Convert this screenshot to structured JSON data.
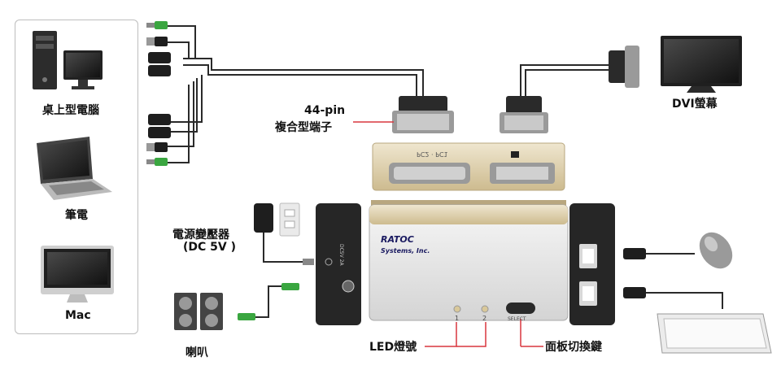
{
  "labels": {
    "desktop": "桌上型電腦",
    "laptop": "筆電",
    "mac": "Mac",
    "connector_line1": "44-pin",
    "connector_line2": "複合型端子",
    "dvi_monitor": "DVI螢幕",
    "power_line1": "電源變壓器",
    "power_line2": "(DC 5V )",
    "speaker": "喇叭",
    "led": "LED燈號",
    "panel_switch": "面板切換鍵"
  },
  "device": {
    "back_port_label": "PC2 · PC1",
    "brand": "RATOC",
    "brand_sub": "Systems, Inc.",
    "led_1": "1",
    "led_2": "2",
    "select_label": "SELECT",
    "dc_label": "DC5V 2A"
  },
  "colors": {
    "audio_green": "#3aa640",
    "device_gold": "#d8c9a3",
    "device_body": "#e9e9e9",
    "label_line_red": "#d9363e"
  }
}
